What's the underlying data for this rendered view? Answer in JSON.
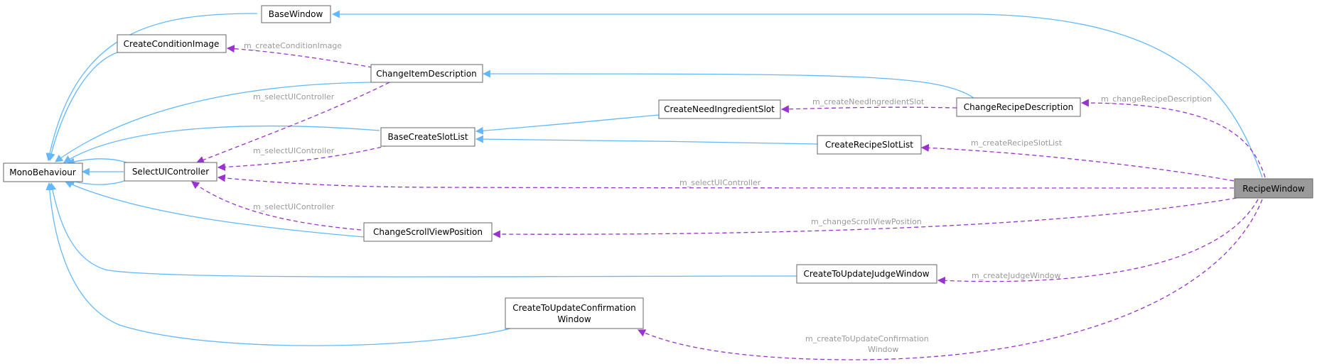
{
  "colors": {
    "inheritance_edge": "#63b8ff",
    "member_edge": "#9a32cd",
    "edge_label": "#9a9a9a",
    "node_border": "#666666",
    "current_node_fill": "#9a9a9a"
  },
  "nodes": {
    "mono_behaviour": "MonoBehaviour",
    "base_window": "BaseWindow",
    "create_condition_image": "CreateConditionImage",
    "change_item_description": "ChangeItemDescription",
    "select_ui_controller": "SelectUIController",
    "base_create_slot_list": "BaseCreateSlotList",
    "create_need_ingredient_slot": "CreateNeedIngredientSlot",
    "change_recipe_description": "ChangeRecipeDescription",
    "create_recipe_slot_list": "CreateRecipeSlotList",
    "change_scroll_view_position": "ChangeScrollViewPosition",
    "create_to_update_judge_window": "CreateToUpdateJudgeWindow",
    "create_to_update_confirmation_window_line1": "CreateToUpdateConfirmation",
    "create_to_update_confirmation_window_line2": "Window",
    "recipe_window": "RecipeWindow"
  },
  "edge_labels": {
    "m_create_condition_image": "m_createConditionImage",
    "m_select_ui_controller_from_change_item_description": "m_selectUIController",
    "m_select_ui_controller_from_base_create_slot_list": "m_selectUIController",
    "m_select_ui_controller_from_recipe_window": "m_selectUIController",
    "m_select_ui_controller_from_change_scroll_view_position": "m_selectUIController",
    "m_create_need_ingredient_slot": "m_createNeedIngredientSlot",
    "m_change_recipe_description": "m_changeRecipeDescription",
    "m_create_recipe_slot_list": "m_createRecipeSlotList",
    "m_change_scroll_view_position": "m_changeScrollViewPosition",
    "m_create_judge_window": "m_createJudgeWindow",
    "m_create_to_update_confirmation_window_line1": "m_createToUpdateConfirmation",
    "m_create_to_update_confirmation_window_line2": "Window"
  }
}
